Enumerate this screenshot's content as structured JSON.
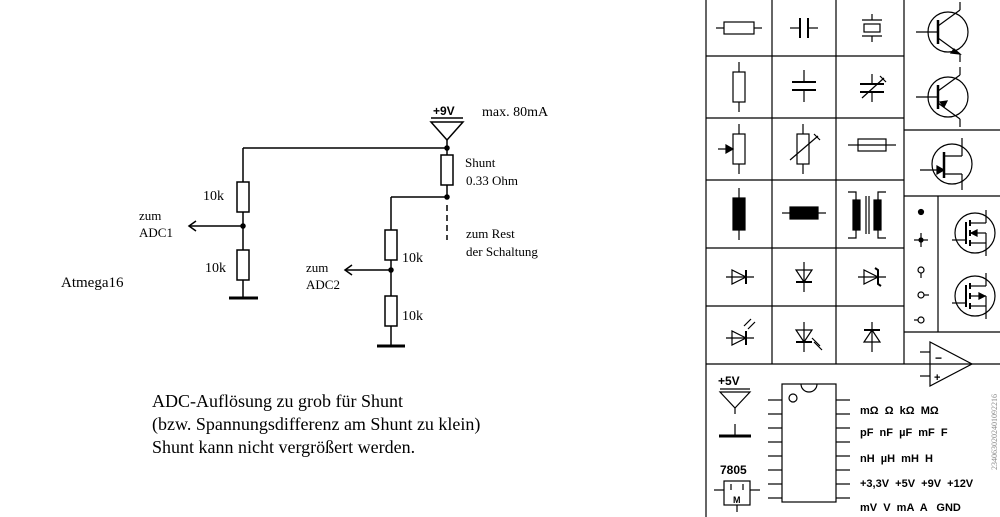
{
  "circuit": {
    "supply_label": "+9V",
    "supply_current": "max. 80mA",
    "shunt_label": "Shunt",
    "shunt_value": "0.33 Ohm",
    "rest_line1": "zum Rest",
    "rest_line2": "der Schaltung",
    "adc1_line1": "zum",
    "adc1_line2": "ADC1",
    "adc2_line1": "zum",
    "adc2_line2": "ADC2",
    "r1": "10k",
    "r2": "10k",
    "r3": "10k",
    "r4": "10k",
    "mcu": "Atmega16"
  },
  "note": {
    "line1": "ADC-Auflösung zu grob für Shunt",
    "line2": "(bzw. Spannungsdifferenz am Shunt zu klein)",
    "line3": "Shunt kann nicht vergrößert werden."
  },
  "palette": {
    "supply": "+5V",
    "regulator": "7805",
    "regulator_pin": "M",
    "units_row1": "mΩ  Ω  kΩ  MΩ",
    "units_row2": "pF  nF  µF  mF  F",
    "units_row3": "nH  µH  mH  H",
    "units_row4": "+3,3V  +5V  +9V  +12V",
    "units_row5": "mV  V  mA  A   GND",
    "opamp_minus": "−",
    "opamp_plus": "+",
    "watermark": "2340630202401092216"
  }
}
